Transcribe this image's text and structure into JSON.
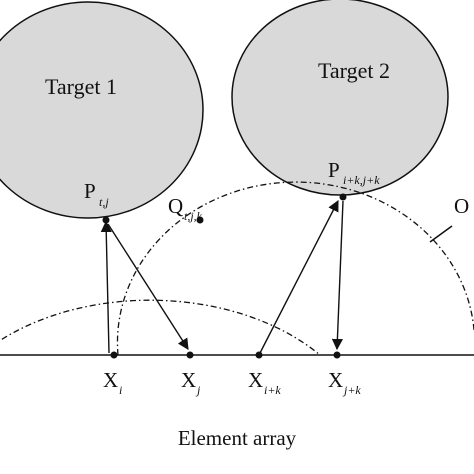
{
  "targets": [
    {
      "label": "Target 1",
      "fill": "#d9d9d9",
      "stroke": "#111111"
    },
    {
      "label": "Target 2",
      "fill": "#d9d9d9",
      "stroke": "#111111"
    }
  ],
  "points": {
    "p1": {
      "main": "P",
      "sub": "t,j"
    },
    "p2": {
      "main": "P",
      "sub": "i+k,j+k"
    },
    "q": {
      "main": "Q",
      "sub": "t,j,k"
    },
    "o": {
      "main": "O",
      "sub": ""
    }
  },
  "elements": [
    {
      "main": "X",
      "sub": "i"
    },
    {
      "main": "X",
      "sub": "j"
    },
    {
      "main": "X",
      "sub": "i+k"
    },
    {
      "main": "X",
      "sub": "j+k"
    }
  ],
  "caption": "Element array"
}
